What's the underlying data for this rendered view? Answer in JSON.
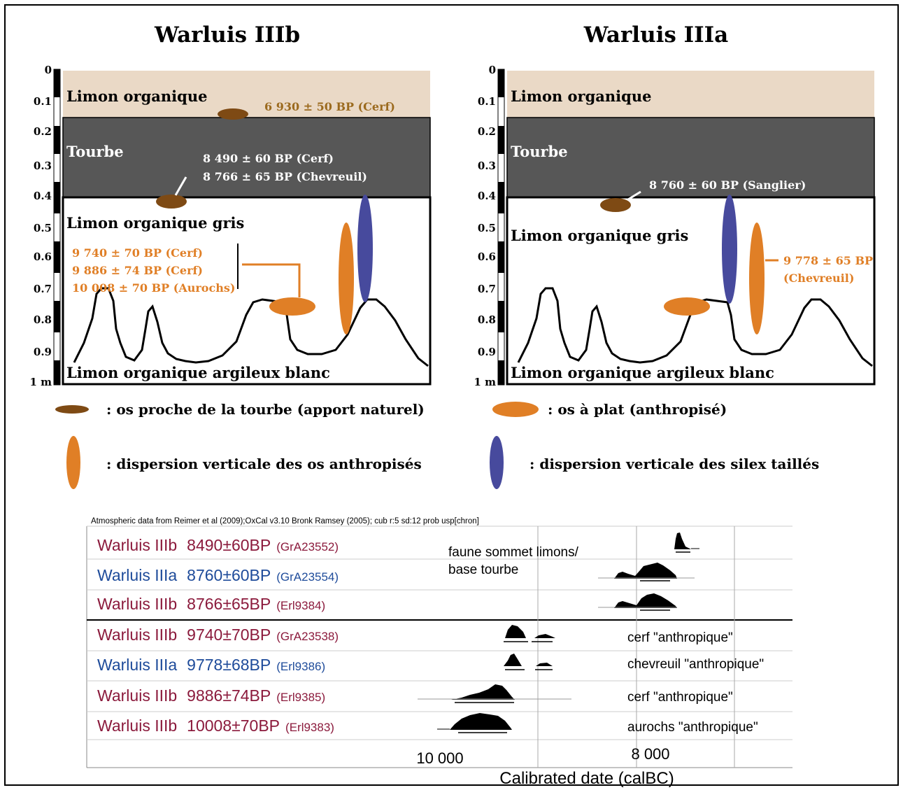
{
  "colors": {
    "limon": "#EAD9C6",
    "tourbe": "#575757",
    "brown": "#7E4A14",
    "orange": "#E07F26",
    "blue": "#474A9D",
    "red_label": "#8B1A3C",
    "blue_label": "#1E4B9A"
  },
  "profiles": [
    {
      "title": "Warluis IIIb",
      "scale_ticks": [
        "0",
        "0.1",
        "0.2",
        "0.3",
        "0.4",
        "0.5",
        "0.6",
        "0.7",
        "0.8",
        "0.9",
        "1 m"
      ],
      "layers": [
        "Limon organique",
        "Tourbe",
        "Limon organique gris",
        "Limon organique argileux blanc"
      ],
      "dates": {
        "top": "6 930 ± 50 BP (Cerf)",
        "tourbe_1": "8 490 ± 60 BP (Cerf)",
        "tourbe_2": "8 766 ± 65 BP (Chevreuil)",
        "anthro_1": "9 740 ± 70 BP (Cerf)",
        "anthro_2": "9 886 ± 74 BP (Cerf)",
        "anthro_3": "10 008 ± 70 BP (Aurochs)"
      }
    },
    {
      "title": "Warluis IIIa",
      "scale_ticks": [
        "0",
        "0.1",
        "0.2",
        "0.3",
        "0.4",
        "0.5",
        "0.6",
        "0.7",
        "0.8",
        "0.9",
        "1 m"
      ],
      "layers": [
        "Limon organique",
        "Tourbe",
        "Limon organique gris",
        "Limon organique argileux blanc"
      ],
      "dates": {
        "tourbe_1": "8 760 ± 60 BP (Sanglier)",
        "anthro_1": "9 778 ± 65 BP",
        "anthro_1b": "(Chevreuil)"
      }
    }
  ],
  "legend": {
    "brown": ": os proche de la tourbe (apport naturel)",
    "orange_flat": ": os à plat (anthropisé)",
    "orange_vertical": ": dispersion verticale des os anthropisés",
    "blue_vertical": ": dispersion verticale des silex taillés"
  },
  "oxcal": {
    "header": "Atmospheric data from Reimer et al (2009);OxCal v3.10 Bronk Ramsey (2005); cub r:5 sd:12 prob usp[chron]",
    "group_note_1": "faune sommet limons/",
    "group_note_2": "base tourbe",
    "rows": [
      {
        "site": "Warluis IIIb",
        "date": "8490±60BP",
        "lab": "(GrA23552)",
        "color": "red",
        "note": ""
      },
      {
        "site": "Warluis IIIa",
        "date": "8760±60BP",
        "lab": "(GrA23554)",
        "color": "blue",
        "note": ""
      },
      {
        "site": "Warluis IIIb",
        "date": "8766±65BP",
        "lab": "(Erl9384)",
        "color": "red",
        "note": ""
      },
      {
        "site": "Warluis IIIb",
        "date": "9740±70BP",
        "lab": "(GrA23538)",
        "color": "red",
        "note": "cerf \"anthropique\""
      },
      {
        "site": "Warluis IIIa",
        "date": "9778±68BP",
        "lab": "(Erl9386)",
        "color": "blue",
        "note": "chevreuil \"anthropique\""
      },
      {
        "site": "Warluis IIIb",
        "date": "9886±74BP",
        "lab": "(Erl9385)",
        "color": "red",
        "note": "cerf \"anthropique\""
      },
      {
        "site": "Warluis IIIb",
        "date": "10008±70BP",
        "lab": "(Erl9383)",
        "color": "red",
        "note": "aurochs \"anthropique\""
      }
    ],
    "axis_ticks": [
      "10 000",
      "8 000"
    ],
    "axis_label": "Calibrated date (calBC)"
  }
}
